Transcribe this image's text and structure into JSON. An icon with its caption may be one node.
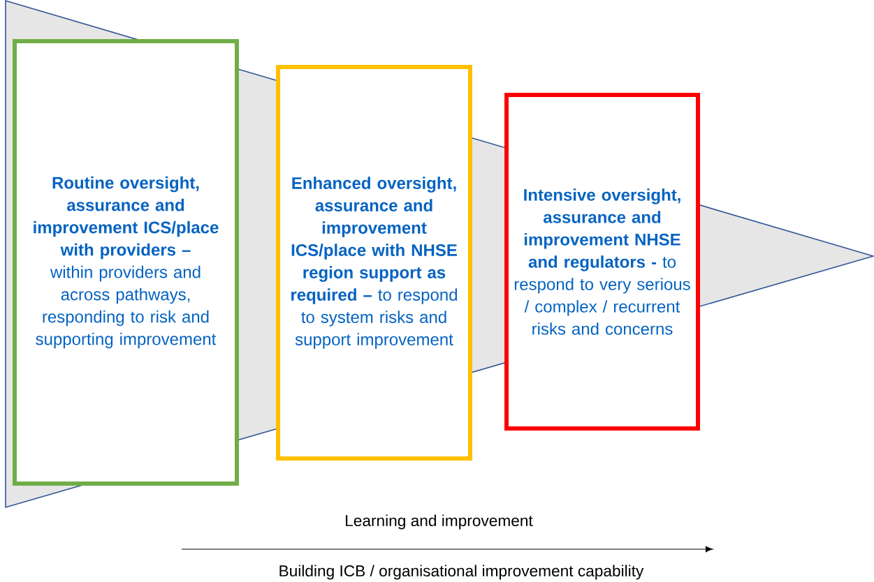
{
  "diagram": {
    "nodes": [
      {
        "text": [
          "**Routine oversight, assurance and improvement ICS/place with providers –** within providers and across pathways, responding to risk and supporting improvement"
        ]
      },
      {
        "text": [
          "**Enhanced oversight, assurance and improvement ICS/place with NHSE region support as required –** to respond to system risks and support improvement"
        ]
      },
      {
        "text": [
          "**Intensive oversight, assurance and improvement NHSE and regulators -** to respond to very serious / complex / recurrent risks and concerns"
        ]
      }
    ],
    "labels": [
      "Learning and improvement",
      "Building ICB / organisational improvement capability"
    ]
  }
}
